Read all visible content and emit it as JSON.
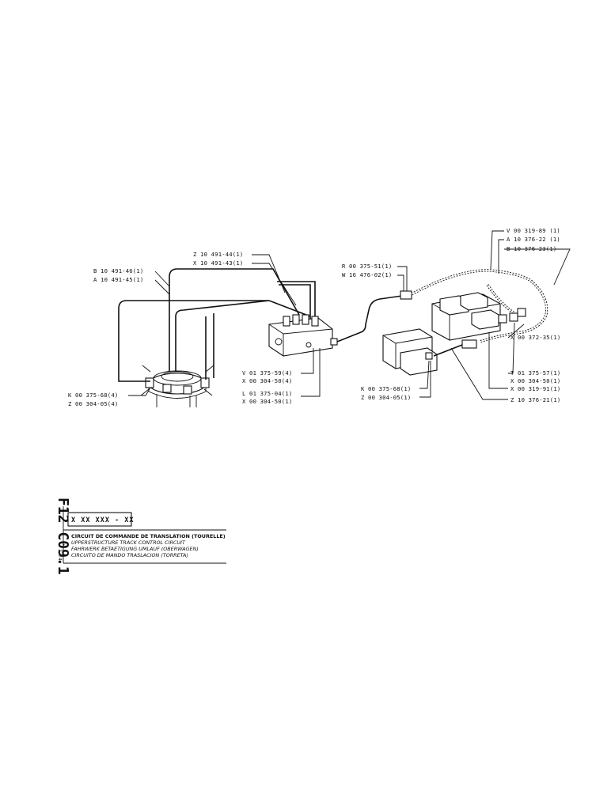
{
  "labels": {
    "l1": "Z 10 491-44(1)",
    "l2": "X 10 491-43(1)",
    "l3": "B 10 491-46(1)",
    "l4": "A 10 491-45(1)",
    "l5": "R 00 375-51(1)",
    "l6": "W 16 476-02(1)",
    "l7": "V 00 319-89 (1)",
    "l8": "A 10 376-22 (1)",
    "l9": "B 10 376-23(1)",
    "l10": "X 00 372-35(1)",
    "l11": "T 01 375-57(1)",
    "l12": "X 00 304-50(1)",
    "l13": "X 00 319-91(1)",
    "l14": "Z 10 376-21(1)",
    "l15": "K 00 375-68(1)",
    "l16": "Z 00 304-05(1)",
    "l17": "V 01 375-59(4)",
    "l18": "X 00 304-50(4)",
    "l19": "L 01 375-04(1)",
    "l20": "X 00 304-50(1)",
    "l21": "K 00 375-68(4)",
    "l22": "Z 00 304-05(4)"
  },
  "titleblock": {
    "code": "F12 C09.1",
    "date": "2-74",
    "ref": "X XX XXX - XX",
    "title_fr": "CIRCUIT DE COMMANDE DE TRANSLATION (TOURELLE)",
    "title_en": "UPPERSTRUCTURE TRACK CONTROL CIRCUIT",
    "title_de": "FAHRWERK BETAETIGUNG UMLAUF (OBERWAGEN)",
    "title_es": "CIRCUITO DE MANDO TRASLACION (TORRETA)"
  }
}
